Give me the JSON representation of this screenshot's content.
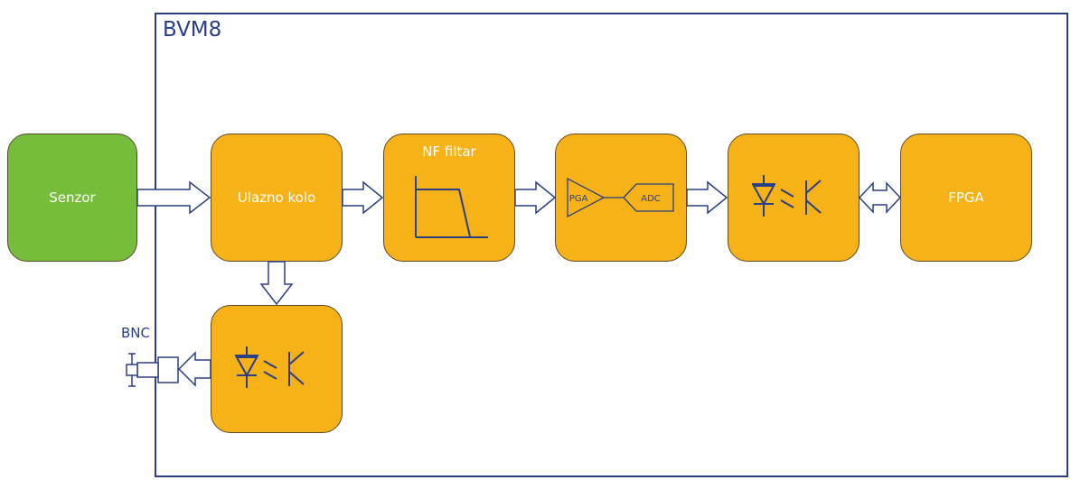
{
  "frame": {
    "title": "BVM8"
  },
  "blocks": {
    "senzor": "Senzor",
    "ulazno": "Ulazno kolo",
    "nf": "NF filtar",
    "pga": "PGA",
    "adc": "ADC",
    "fpga": "FPGA"
  },
  "bnc": "BNC",
  "colors": {
    "orange": "#f6b216",
    "green": "#76bd3c",
    "line": "#2b3f86"
  },
  "icons": [
    "lowpass-filter-icon",
    "optocoupler-icon",
    "bnc-connector-icon"
  ]
}
